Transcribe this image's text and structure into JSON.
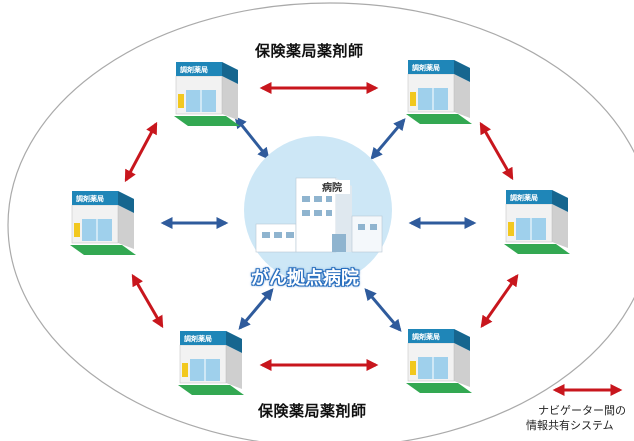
{
  "labels": {
    "top_pharmacists": "保険薬局薬剤師",
    "bottom_pharmacists": "保険薬局薬剤師",
    "hospital_name": "がん拠点病院",
    "hospital_sign": "病院",
    "pharmacy_sign": "調剤薬局"
  },
  "legend": {
    "line1": "ナビゲーター間の",
    "line2": "情報共有システム"
  },
  "colors": {
    "pharmacy_link": "#c8161d",
    "hospital_link": "#2f5b9c",
    "roof": "#1f86b8",
    "hospital_circle": "#cde7f6",
    "hospital_label_bg": "#2a6fbe"
  },
  "pharmacies": [
    {
      "id": "top-left"
    },
    {
      "id": "top-right"
    },
    {
      "id": "middle-left"
    },
    {
      "id": "middle-right"
    },
    {
      "id": "bottom-left"
    },
    {
      "id": "bottom-right"
    }
  ]
}
